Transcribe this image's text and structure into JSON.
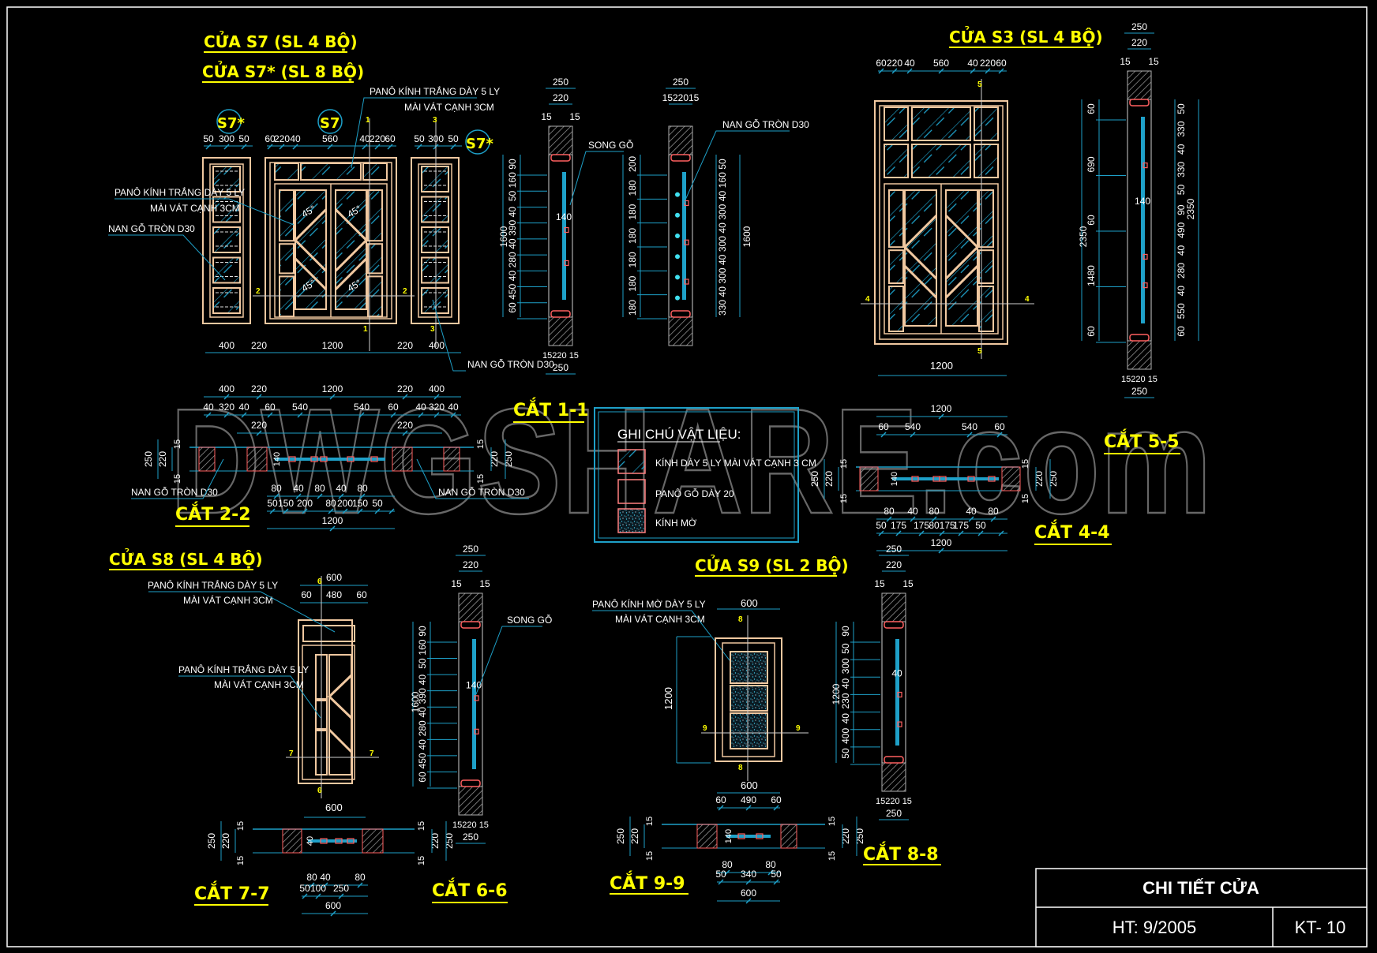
{
  "sheet": {
    "title_block": {
      "title": "CHI TIẾT CỬA",
      "date": "HT: 9/2005",
      "sheet_no": "KT- 10"
    },
    "watermark": "DWGSHARE.com",
    "colors": {
      "background": "#000000",
      "frame": "#ffffff",
      "wood": "#f0c8a0",
      "dimension": "#22a0d0",
      "glass": "#1ea0c8",
      "title": "#ffff00",
      "section_red": "#ff6060",
      "hatch": "#9a9a9a"
    }
  },
  "titles": {
    "s7": "CỬA S7 (SL 4 BỘ)",
    "s7star": "CỬA S7*  (SL 8 BỘ)",
    "s3": "CỬA S3  (SL 4 BỘ)",
    "s8": "CỬA S8  (SL 4 BỘ)",
    "s9": "CỬA S9  (SL 2 BỘ)"
  },
  "tags": {
    "s7star_left": "S7*",
    "s7": "S7",
    "s7star_right": "S7*"
  },
  "sections": {
    "c11": "CẮT 1-1",
    "c22": "CẮT 2-2",
    "c44": "CẮT 4-4",
    "c55": "CẮT 5-5",
    "c66": "CẮT 6-6",
    "c77": "CẮT 7-7",
    "c88": "CẮT 8-8",
    "c99": "CẮT 9-9"
  },
  "notes": {
    "pano_kinh_trang_1": "PANÔ KÍNH TRẮNG DÀY 5 LY",
    "mai_vat_canh": "MÀI VÁT CẠNH 3CM",
    "nan_go_tron": "NAN GỖ TRÒN D30",
    "song_go": "SONG GỖ",
    "pano_kinh_mo": "PANÔ KÍNH MỜ DÀY 5 LY",
    "angle": "45°"
  },
  "legend": {
    "title": "GHI CHÚ VẬT LIỆU:",
    "items": [
      {
        "label": "KÍNH DÀY 5 LY MÀI VÁT CẠNH 3 CM",
        "pattern": "glass"
      },
      {
        "label": "PANÔ GỖ DÀY 20",
        "pattern": "wood-panel"
      },
      {
        "label": "KÍNH MỜ",
        "pattern": "frosted-glass"
      }
    ]
  },
  "dims": {
    "s7_top": [
      "50",
      "300",
      "50",
      "60",
      "220",
      "40",
      "560",
      "40",
      "220",
      "60",
      "50",
      "300",
      "50"
    ],
    "s7_bottom": [
      "400",
      "220",
      "1200",
      "220",
      "400"
    ],
    "c11_top": [
      "250",
      "220",
      "15",
      "15"
    ],
    "c11_left": [
      "90",
      "160",
      "50",
      "40",
      "390",
      "40",
      "280",
      "40",
      "450",
      "60",
      "1600",
      "140"
    ],
    "c11_bottom": [
      "15220 15",
      "250"
    ],
    "c33_top": [
      "250",
      "1522015"
    ],
    "c33_left": [
      "200",
      "180",
      "180",
      "180",
      "180",
      "180",
      "180"
    ],
    "c33_right": [
      "50",
      "160",
      "40",
      "300",
      "40",
      "300",
      "40",
      "300",
      "40",
      "330",
      "1600"
    ],
    "c22_top": [
      "400",
      "220",
      "1200",
      "220",
      "400"
    ],
    "c22_mid": [
      "40",
      "320",
      "40",
      "60",
      "540",
      "540",
      "60",
      "40",
      "320",
      "40"
    ],
    "c22_sub": [
      "220",
      "220"
    ],
    "c22_side": [
      "250",
      "220",
      "15",
      "15",
      "15",
      "15",
      "220",
      "250",
      "140"
    ],
    "c22_bottom": [
      "80",
      "40",
      "80",
      "40",
      "80",
      "50",
      "150",
      "200",
      "80",
      "200",
      "150",
      "50",
      "1200"
    ],
    "s3_top": [
      "60",
      "220",
      "40",
      "560",
      "40",
      "220",
      "60"
    ],
    "s3_bottom": "1200",
    "c55_top": [
      "250",
      "220",
      "15",
      "15"
    ],
    "c55_left": [
      "60",
      "690",
      "60",
      "1480",
      "60",
      "2350"
    ],
    "c55_right": [
      "50",
      "330",
      "40",
      "330",
      "50",
      "90",
      "490",
      "40",
      "280",
      "40",
      "550",
      "60",
      "2350"
    ],
    "c55_mid": "140",
    "c55_bottom": [
      "15220 15",
      "250"
    ],
    "c44_top": [
      "1200",
      "60",
      "540",
      "540",
      "60"
    ],
    "c44_side": [
      "250",
      "220",
      "15",
      "15",
      "15",
      "15",
      "220",
      "250",
      "140"
    ],
    "c44_bottom": [
      "80",
      "40",
      "80",
      "40",
      "80",
      "50",
      "175",
      "175",
      "80175",
      "175",
      "50",
      "1200"
    ],
    "s8_top": [
      "600",
      "60",
      "480",
      "60"
    ],
    "s8_bottom": "600",
    "c66_top": [
      "250",
      "220",
      "15",
      "15"
    ],
    "c66_left": [
      "90",
      "160",
      "50",
      "40",
      "390",
      "40",
      "280",
      "40",
      "450",
      "60",
      "1600",
      "140"
    ],
    "c66_bottom": [
      "15220 15",
      "250"
    ],
    "c77_side": [
      "250",
      "220",
      "15",
      "15",
      "15",
      "15",
      "220",
      "250",
      "40"
    ],
    "c77_bottom": [
      "80",
      "40",
      "80",
      "50",
      "100",
      "250",
      "600"
    ],
    "s9_top": "600",
    "s9_left": "1200",
    "s9_bottom": "600",
    "c99_top": [
      "60",
      "490",
      "60"
    ],
    "c99_side": [
      "250",
      "220",
      "15",
      "15",
      "15",
      "15",
      "220",
      "250",
      "140"
    ],
    "c99_bottom": [
      "80",
      "80",
      "50",
      "340",
      "50",
      "600"
    ],
    "c88_top": [
      "250",
      "220",
      "15",
      "15"
    ],
    "c88_left": [
      "90",
      "50",
      "300",
      "40",
      "230",
      "40",
      "400",
      "50",
      "1200"
    ],
    "c88_mid": "40",
    "c88_bottom": [
      "15220 15",
      "250"
    ]
  },
  "markers": {
    "m1": "1",
    "m2": "2",
    "m3": "3",
    "m4": "4",
    "m5": "5",
    "m6": "6",
    "m7": "7",
    "m8": "8",
    "m9": "9"
  }
}
